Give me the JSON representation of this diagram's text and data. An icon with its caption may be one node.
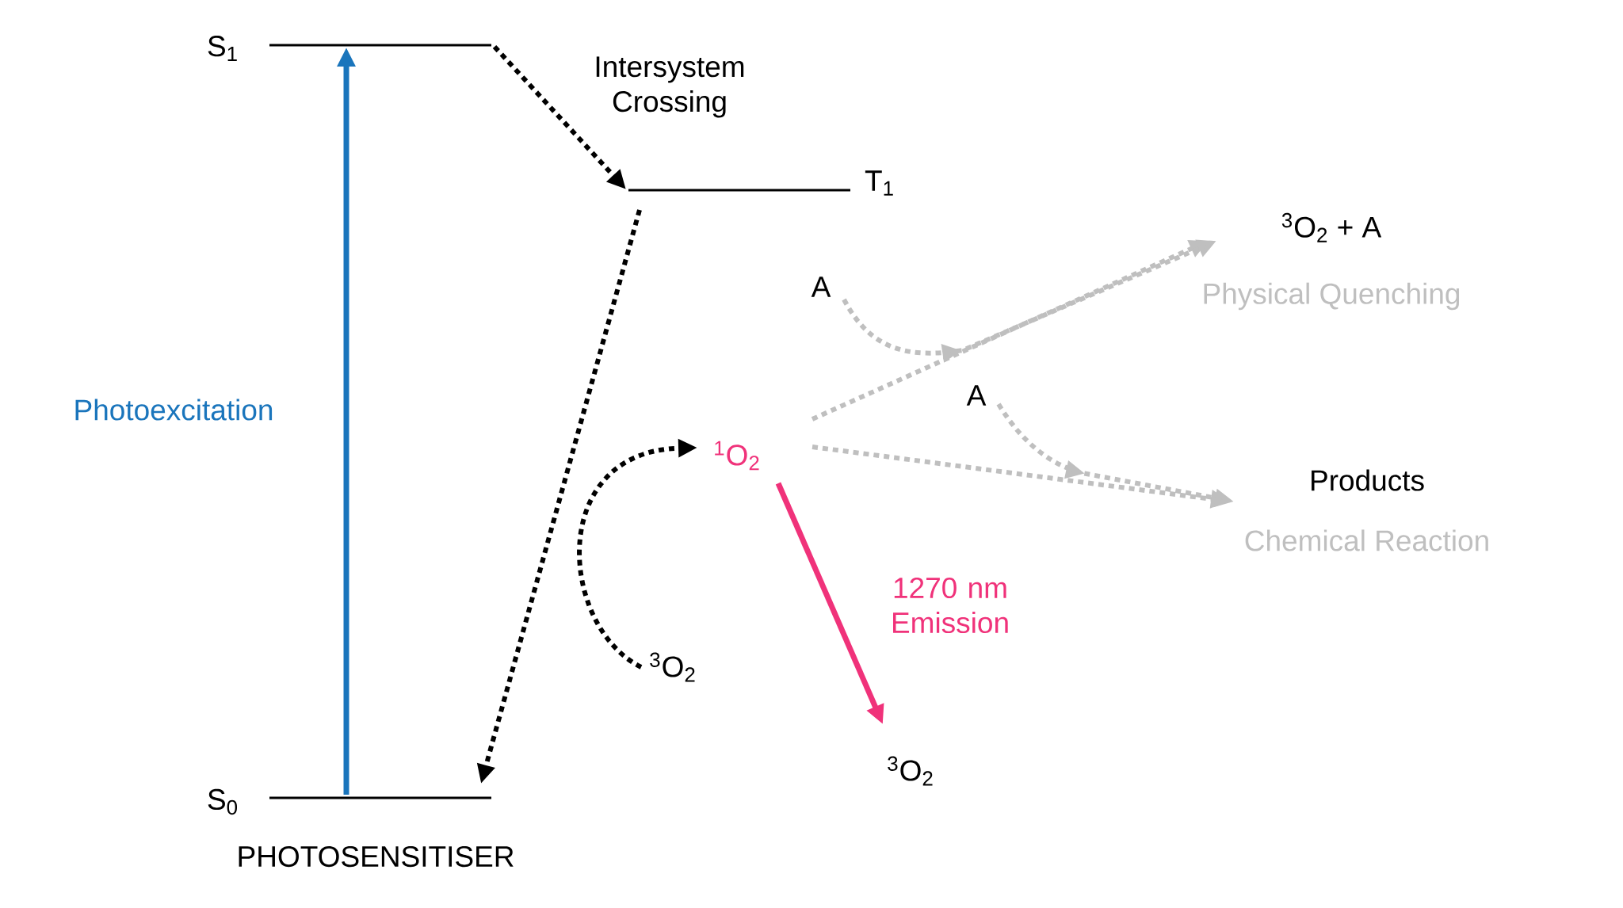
{
  "diagram": {
    "nodes": [
      {
        "text": [],
        "shape": "bar",
        "beside": [
          "S$_{1}$"
        ]
      },
      {
        "text": [],
        "shape": "bar",
        "beside": [
          "T$_{1}$"
        ]
      },
      {
        "text": [],
        "shape": "bar",
        "beside": [
          "S$_{0}$",
          "PHOTOSENSITISER"
        ]
      },
      {
        "text": [
          "$^{3}$O$_{2}$"
        ]
      },
      {
        "text": [
          "$^{1}$O$_{2}$"
        ]
      },
      {
        "text": [
          "$^{3}$O$_{2}$"
        ]
      },
      {
        "text": [
          "$^{3}$O$_{2}$ + A",
          "Physical Quenching"
        ]
      },
      {
        "text": [
          "Products",
          "Chemical Reaction"
        ]
      },
      {
        "text": [
          "A"
        ]
      },
      {
        "text": [
          "A"
        ]
      }
    ],
    "edges": [
      {
        "from": 2,
        "to": 0,
        "arrow": "to",
        "label": "Photoexcitation",
        "color": "#1a75bc"
      },
      {
        "from": 0,
        "to": 1,
        "arrow": "to",
        "label": "Intersystem Crossing",
        "style": "dashed",
        "color": "#000000"
      },
      {
        "from": 1,
        "to": 2,
        "arrow": "to",
        "style": "dashed",
        "color": "#000000"
      },
      {
        "from": 3,
        "to": 4,
        "arrow": "to",
        "style": "dashed",
        "color": "#000000"
      },
      {
        "from": 4,
        "to": 5,
        "arrow": "to",
        "label": "1270 nm Emission",
        "color": "#f0327a"
      },
      {
        "from": 4,
        "to": 6,
        "arrow": "to",
        "style": "dashed",
        "color": "#bfbfbf"
      },
      {
        "from": 8,
        "to": 6,
        "arrow": "to",
        "style": "dashed",
        "color": "#bfbfbf"
      },
      {
        "from": 4,
        "to": 7,
        "arrow": "to",
        "style": "dashed",
        "color": "#bfbfbf"
      },
      {
        "from": 9,
        "to": 7,
        "arrow": "to",
        "style": "dashed",
        "color": "#bfbfbf"
      }
    ]
  }
}
